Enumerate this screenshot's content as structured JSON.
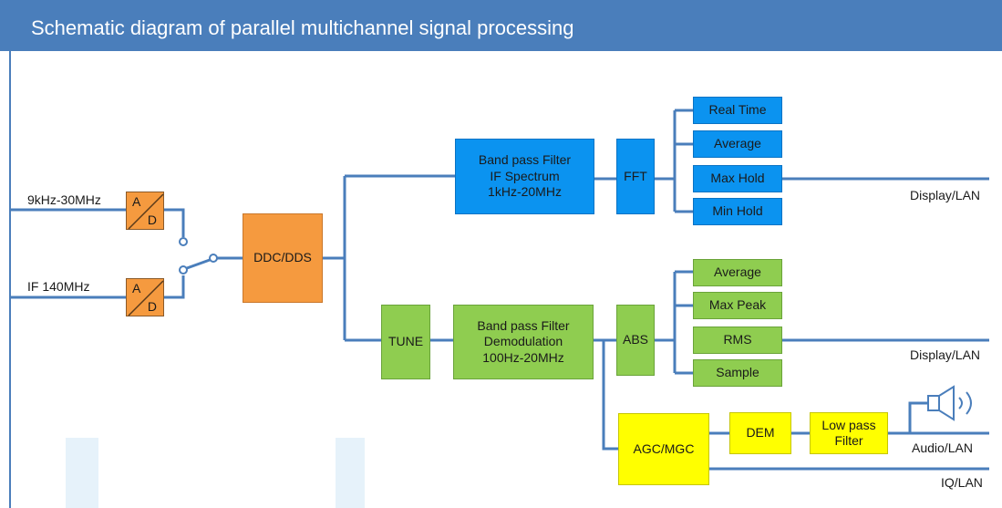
{
  "title": "Schematic diagram of parallel multichannel signal processing",
  "inputs": {
    "in1": "9kHz-30MHz",
    "in2": "IF  140MHz"
  },
  "adc": {
    "a": "A",
    "d": "D"
  },
  "blocks": {
    "ddc": "DDC/DDS",
    "bpf_if": [
      "Band pass Filter",
      "IF Spectrum",
      "1kHz-20MHz"
    ],
    "fft": "FFT",
    "tune": "TUNE",
    "bpf_demod": [
      "Band pass Filter",
      "Demodulation",
      "100Hz-20MHz"
    ],
    "abs": "ABS",
    "agc": "AGC/MGC",
    "dem": "DEM",
    "lpf": [
      "Low pass",
      "Filter"
    ]
  },
  "spectrum_modes": [
    "Real Time",
    "Average",
    "Max Hold",
    "Min Hold"
  ],
  "level_modes": [
    "Average",
    "Max Peak",
    "RMS",
    "Sample"
  ],
  "outputs": {
    "out1": "Display/LAN",
    "out2": "Display/LAN",
    "out3": "Audio/LAN",
    "out4": "IQ/LAN"
  },
  "icons": [
    "speaker-icon"
  ],
  "colors": {
    "title_bar": "#4a7ebb",
    "blue": "#0b93f0",
    "green": "#8fcd50",
    "orange": "#f59a3f",
    "yellow": "#ffff00",
    "line": "#4a7ebb"
  }
}
